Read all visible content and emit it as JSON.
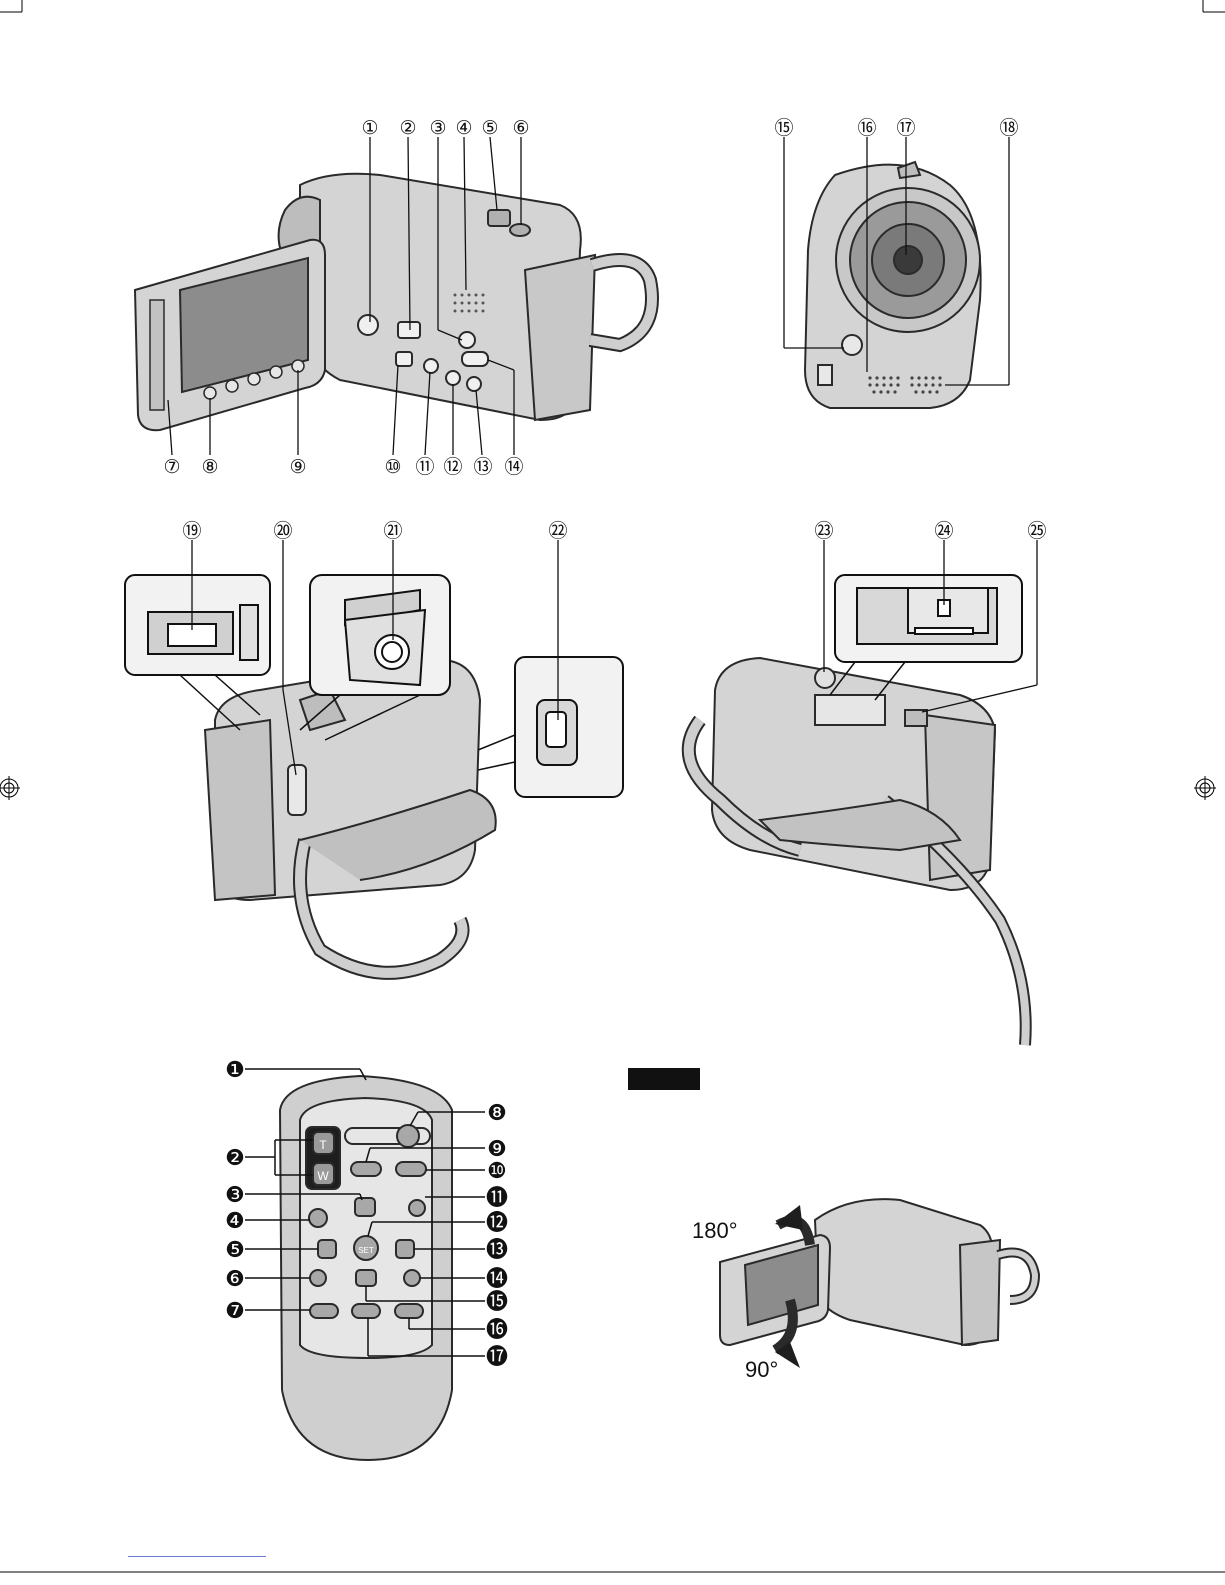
{
  "front_view": {
    "callouts": [
      "①",
      "②",
      "③",
      "④",
      "⑤",
      "⑥",
      "⑦",
      "⑧",
      "⑨",
      "⑩",
      "⑪",
      "⑫",
      "⑬",
      "⑭"
    ]
  },
  "lens_view": {
    "callouts": [
      "⑮",
      "⑯",
      "⑰",
      "⑱"
    ]
  },
  "side_view": {
    "callouts": [
      "⑲",
      "⑳",
      "㉑",
      "㉒"
    ]
  },
  "bottom_view": {
    "callouts": [
      "㉓",
      "㉔",
      "㉕"
    ]
  },
  "remote": {
    "callouts": [
      "❶",
      "❷",
      "❸",
      "❹",
      "❺",
      "❻",
      "❼",
      "❽",
      "❾",
      "❿",
      "⓫",
      "⓬",
      "⓭",
      "⓮",
      "⓯",
      "⓰",
      "⓱"
    ],
    "buttons": {
      "zoom_t": "T",
      "zoom_w": "W",
      "set": "SET"
    }
  },
  "lcd_rotation": {
    "angle_up": "180°",
    "angle_down": "90°"
  },
  "colors": {
    "body_fill": "#d4d4d4",
    "body_dark": "#9a9a9a",
    "line": "#2a2a2a",
    "ink": "#111111",
    "footer_rule": "#6a7bd0"
  }
}
